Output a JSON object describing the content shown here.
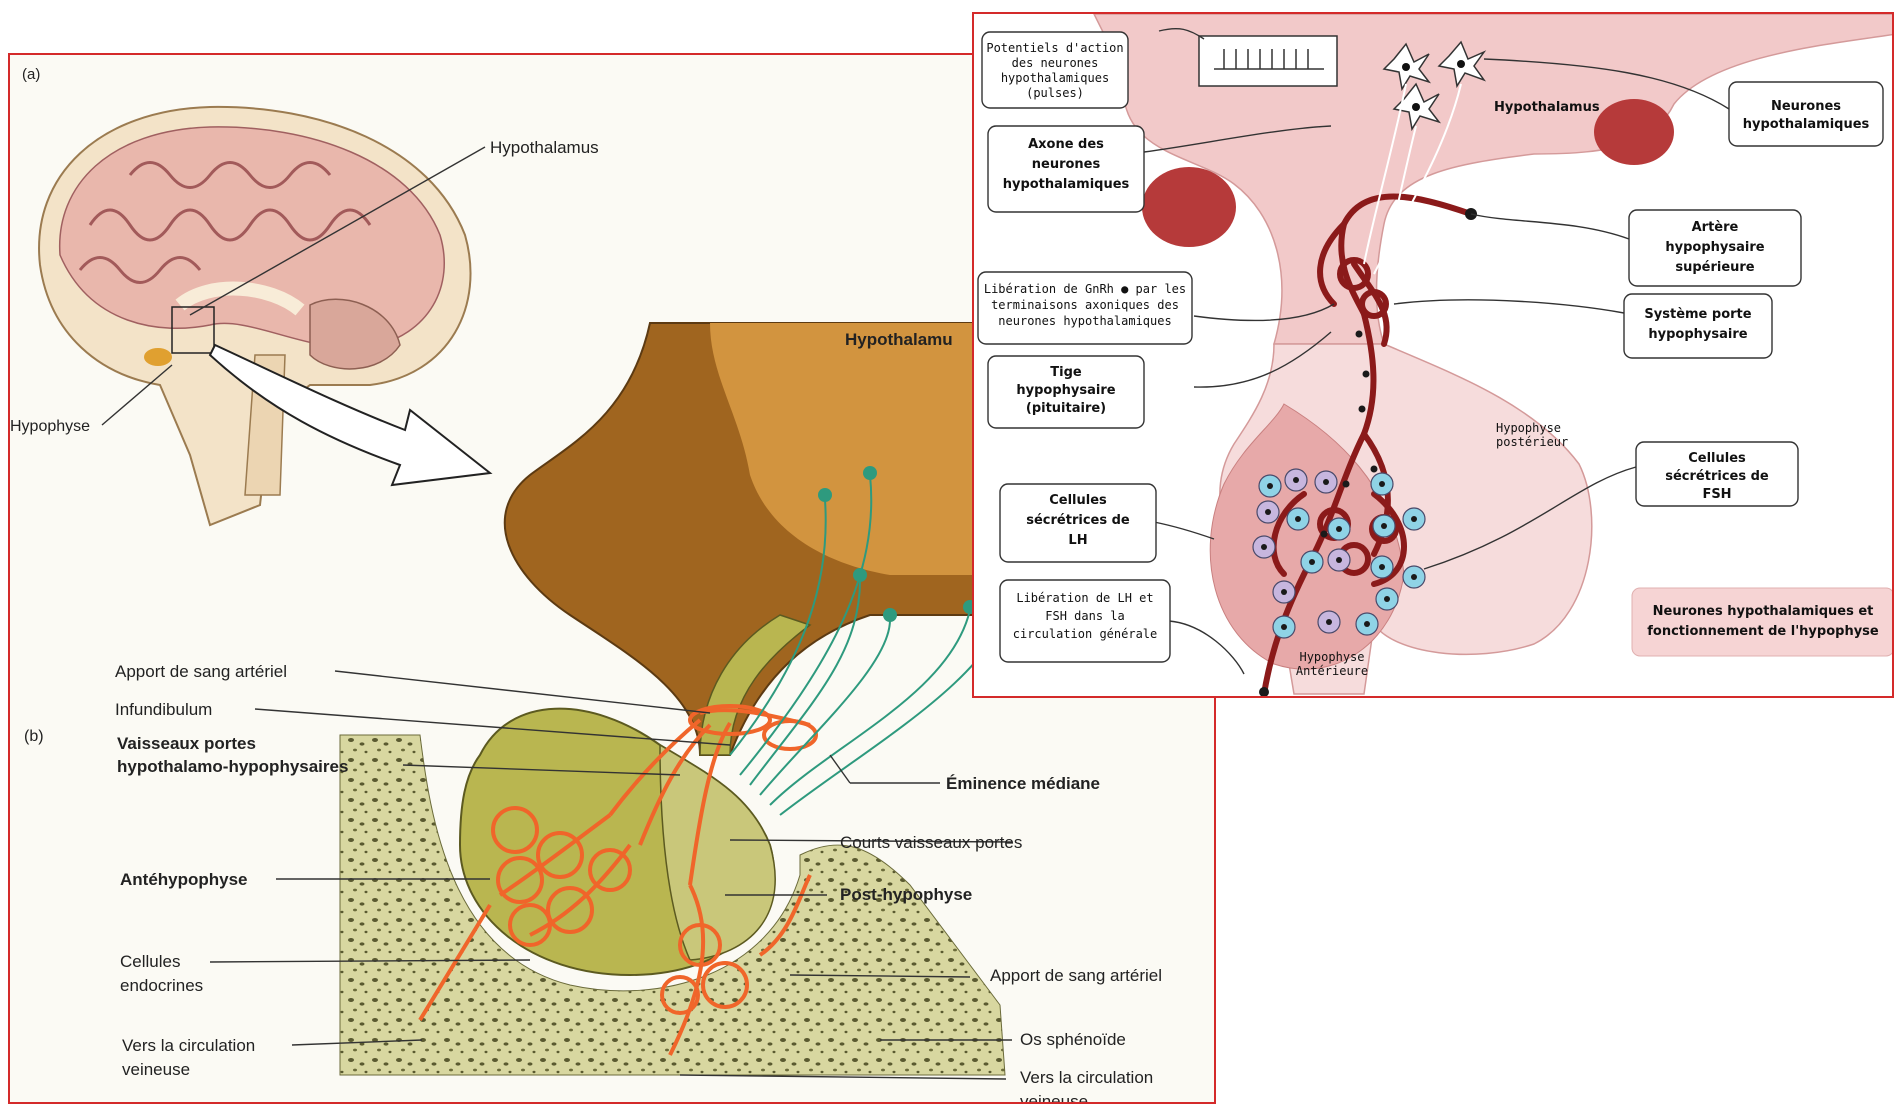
{
  "left_figure": {
    "panel_a_label": "(a)",
    "panel_b_label": "(b)",
    "hypothalamus_a": "Hypothalamus",
    "hypophyse_a": "Hypophyse",
    "hypothalamus_b": "Hypothalamu",
    "apport_sang_1": "Apport de sang artériel",
    "infundibulum": "Infundibulum",
    "vaisseaux_1": "Vaisseaux portes",
    "vaisseaux_2": "hypothalamo-hypophysaires",
    "eminence": "Éminence médiane",
    "courts_vaisseaux": "Courts vaisseaux portes",
    "antehypophyse": "Antéhypophyse",
    "post_hypophyse": "Post-hypophyse",
    "cellules_1": "Cellules",
    "cellules_2": "endocrines",
    "apport_sang_2": "Apport de sang artériel",
    "vers_circ_left_1": "Vers la circulation",
    "vers_circ_left_2": "veineuse",
    "os_sphenoide": "Os sphénoïde",
    "vers_circ_right_1": "Vers la circulation",
    "vers_circ_right_2": "veineuse"
  },
  "right_figure": {
    "potentiels": [
      "Potentiels d'action",
      "des neurones",
      "hypothalamiques",
      "(pulses)"
    ],
    "axone": [
      "Axone des",
      "neurones",
      "hypothalamiques"
    ],
    "liberation_gnrh": [
      "Libération de GnRh ● par les",
      "terminaisons axoniques des",
      "neurones hypothalamiques"
    ],
    "tige": [
      "Tige",
      "hypophysaire",
      "(pituitaire)"
    ],
    "cellules_lh": [
      "Cellules",
      "sécrétrices de",
      "LH"
    ],
    "liberation_lh": [
      "Libération de LH et",
      "FSH dans la",
      "circulation générale"
    ],
    "neurones_hypo": [
      "Neurones",
      "hypothalamiques"
    ],
    "artere": [
      "Artère",
      "hypophysaire",
      "supérieure"
    ],
    "systeme_porte": [
      "Système porte",
      "hypophysaire"
    ],
    "cellules_fsh": [
      "Cellules",
      "sécrétrices de",
      "FSH"
    ],
    "hypothalamus_label": "Hypothalamus",
    "hypophyse_post": [
      "Hypophyse",
      "postérieur"
    ],
    "hypophyse_ant": [
      "Hypophyse",
      "Antérieure"
    ],
    "title_box": [
      "Neurones hypothalamiques et",
      "fonctionnement de l'hypophyse"
    ]
  },
  "colors": {
    "frame_red": "#d42a2a",
    "vessel_orange": "#f0652a",
    "brain_pink": "#e8b6a8",
    "bone_green": "#c9c98a",
    "neuron_teal": "#2e9a7e",
    "vessel_dark_red": "#8b1a1a",
    "gland_pink": "#f2c9c9",
    "cell_blue": "#8fd3e6",
    "cell_purple": "#c7b6de"
  }
}
